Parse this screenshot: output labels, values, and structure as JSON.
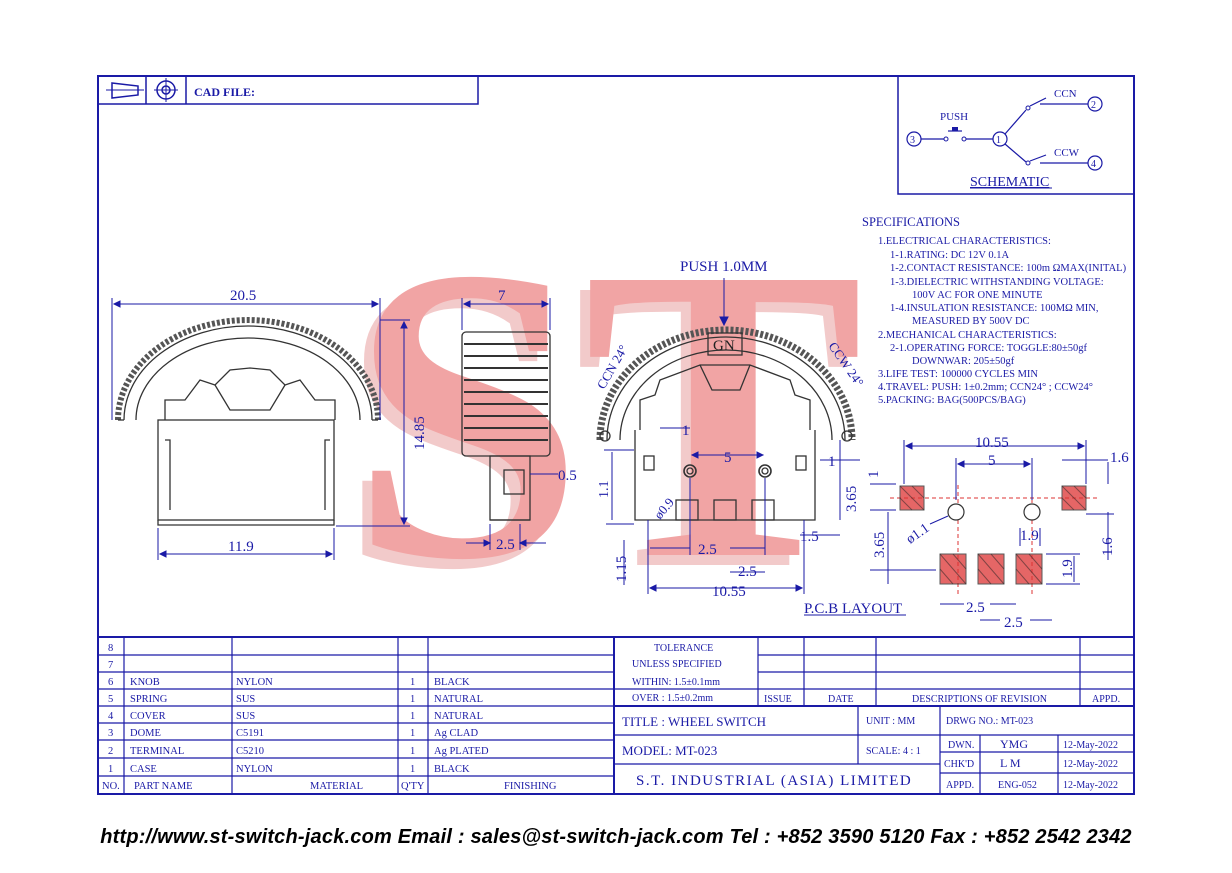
{
  "header": {
    "cad_label": "CAD FILE:"
  },
  "watermark": {
    "text": "ST"
  },
  "schematic": {
    "title": "SCHEMATIC",
    "push_label": "PUSH",
    "ccn_label": "CCN",
    "ccw_label": "CCW",
    "pins": [
      "1",
      "2",
      "3",
      "4"
    ]
  },
  "specifications": {
    "title": "SPECIFICATIONS",
    "lines": [
      "1.ELECTRICAL CHARACTERISTICS:",
      "1-1.RATING: DC 12V 0.1A",
      "1-2.CONTACT RESISTANCE: 100m ΩMAX(INITAL)",
      "1-3.DIELECTRIC WITHSTANDING VOLTAGE:",
      "100V AC FOR ONE MINUTE",
      "1-4.INSULATION RESISTANCE: 100MΩ MIN,",
      "MEASURED BY 500V DC",
      "2.MECHANICAL CHARACTERISTICS:",
      "2-1.OPERATING FORCE: TOGGLE:80±50gf",
      "DOWNWAR: 205±50gf",
      "3.LIFE TEST: 100000 CYCLES MIN",
      "4.TRAVEL: PUSH: 1±0.2mm; CCN24° ; CCW24°",
      "5.PACKING: BAG(500PCS/BAG)"
    ]
  },
  "drawing": {
    "side_width": "20.5",
    "side_height": "14.85",
    "side_base": "11.9",
    "knob_width": "7",
    "knob_gap": "0.5",
    "knob_foot": "2.5",
    "push_label": "PUSH 1.0MM",
    "knob_marking": "GN",
    "ccn_angle": "CCN 24°",
    "ccw_angle": "CCW 24°",
    "front_dims": {
      "d1a": "1",
      "d1b": "1",
      "d5": "5",
      "d11": "1.1",
      "d09": "ø0.9",
      "d365": "3.65",
      "d115": "1.15",
      "d25a": "2.5",
      "d15": "1.5",
      "d25b": "2.5",
      "d1055": "10.55"
    },
    "pcb": {
      "title": "P.C.B LAYOUT",
      "d1055": "10.55",
      "d5": "5",
      "d16a": "1.6",
      "d1": "1",
      "d365": "3.65",
      "d11": "ø1.1",
      "d19a": "1.9",
      "d16b": "1.6",
      "d19b": "1.9",
      "d25a": "2.5",
      "d25b": "2.5"
    }
  },
  "parts": {
    "headers": [
      "NO.",
      "PART NAME",
      "MATERIAL",
      "Q'TY",
      "FINISHING"
    ],
    "rows": [
      {
        "no": "8",
        "name": "",
        "material": "",
        "qty": "",
        "finish": ""
      },
      {
        "no": "7",
        "name": "",
        "material": "",
        "qty": "",
        "finish": ""
      },
      {
        "no": "6",
        "name": "KNOB",
        "material": "NYLON",
        "qty": "1",
        "finish": "BLACK"
      },
      {
        "no": "5",
        "name": "SPRING",
        "material": "SUS",
        "qty": "1",
        "finish": "NATURAL"
      },
      {
        "no": "4",
        "name": "COVER",
        "material": "SUS",
        "qty": "1",
        "finish": "NATURAL"
      },
      {
        "no": "3",
        "name": "DOME",
        "material": "C5191",
        "qty": "1",
        "finish": "Ag CLAD"
      },
      {
        "no": "2",
        "name": "TERMINAL",
        "material": "C5210",
        "qty": "1",
        "finish": "Ag PLATED"
      },
      {
        "no": "1",
        "name": "CASE",
        "material": "NYLON",
        "qty": "1",
        "finish": "BLACK"
      }
    ]
  },
  "tolerance": {
    "line1": "TOLERANCE",
    "line2": "UNLESS SPECIFIED",
    "within": "WITHIN: 1.5±0.1mm",
    "over": "OVER : 1.5±0.2mm"
  },
  "revision": {
    "issue": "ISSUE",
    "date": "DATE",
    "desc": "DESCRIPTIONS OF REVISION",
    "appd": "APPD."
  },
  "title_block": {
    "title": "TITLE : WHEEL SWITCH",
    "unit": "UNIT : MM",
    "drwg_no": "DRWG NO.: MT-023",
    "model": "MODEL: MT-023",
    "scale": "SCALE: 4 : 1",
    "dwn_label": "DWN.",
    "dwn_name": "YMG",
    "dwn_date": "12-May-2022",
    "chkd_label": "CHK'D",
    "chkd_name": "L M",
    "chkd_date": "12-May-2022",
    "appd_label": "APPD.",
    "appd_name": "ENG-052",
    "appd_date": "12-May-2022",
    "company": "S.T. INDUSTRIAL (ASIA) LIMITED"
  },
  "footer": {
    "text": "http://www.st-switch-jack.com  Email : sales@st-switch-jack.com  Tel : +852 3590 5120  Fax : +852 2542 2342"
  },
  "colors": {
    "line": "#1a1aa6",
    "watermark": "#e86a6a",
    "pad": "#d33",
    "text": "#000000"
  }
}
